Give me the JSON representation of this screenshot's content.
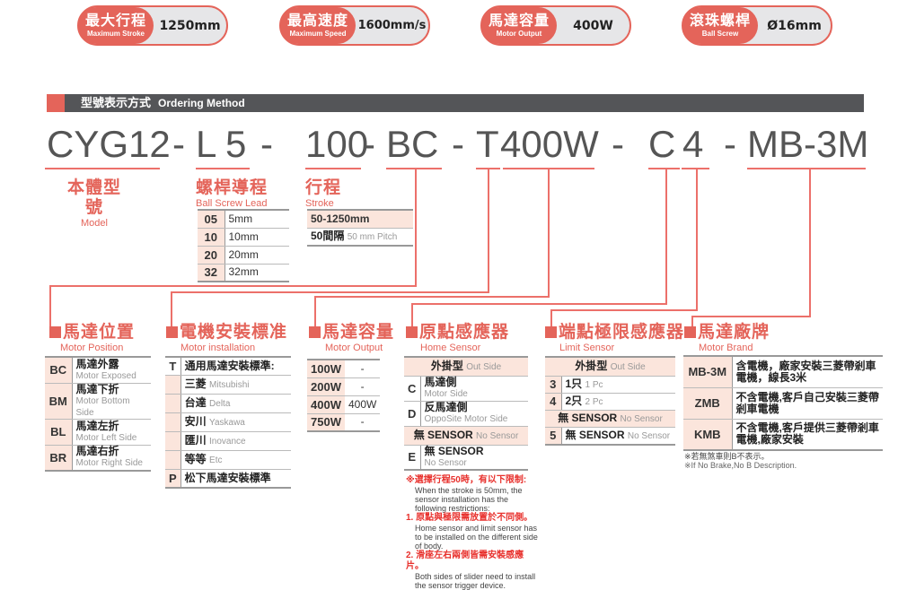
{
  "specs": [
    {
      "zh": "最大行程",
      "en": "Maximum Stroke",
      "value": "1250mm"
    },
    {
      "zh": "最高速度",
      "en": "Maximum Speed",
      "value": "1600mm/s"
    },
    {
      "zh": "馬達容量",
      "en": "Motor Output",
      "value": "400W"
    },
    {
      "zh": "滾珠螺桿",
      "en": "Ball Screw",
      "value": "Ø16mm"
    }
  ],
  "header": {
    "zh": "型號表示方式",
    "en": "Ordering Method"
  },
  "code": {
    "model": "CYG12",
    "d1": "-",
    "lead_prefix": "L",
    "lead": "5",
    "d2": "-",
    "stroke": "100",
    "d3": "-",
    "position": "BC",
    "d4": "-",
    "install": "T",
    "output": "400W",
    "d5": "-",
    "home": "C",
    "limit": "4",
    "d6": "-",
    "brand": "MB-3M"
  },
  "sections": {
    "model": {
      "zh": "本體型號",
      "en": "Model"
    },
    "lead": {
      "zh": "螺桿導程",
      "en": "Ball Screw Lead",
      "rows": [
        {
          "k": "05",
          "v": "5mm"
        },
        {
          "k": "10",
          "v": "10mm"
        },
        {
          "k": "20",
          "v": "20mm"
        },
        {
          "k": "32",
          "v": "32mm"
        }
      ]
    },
    "stroke": {
      "zh": "行程",
      "en": "Stroke",
      "range": "50-1250mm",
      "pitch_zh": "50間隔",
      "pitch_en": "50 mm Pitch"
    },
    "position": {
      "zh": "馬達位置",
      "en": "Motor Position",
      "rows": [
        {
          "k": "BC",
          "zh": "馬達外露",
          "en": "Motor Exposed"
        },
        {
          "k": "BM",
          "zh": "馬達下折",
          "en": "Motor Bottom Side"
        },
        {
          "k": "BL",
          "zh": "馬達左折",
          "en": "Motor Left Side"
        },
        {
          "k": "BR",
          "zh": "馬達右折",
          "en": "Motor Right Side"
        }
      ]
    },
    "install": {
      "zh": "電機安裝標准",
      "en": "Motor installation",
      "t_key": "T",
      "t_label": "通用馬達安裝標準:",
      "brands": [
        {
          "zh": "三菱",
          "en": "Mitsubishi"
        },
        {
          "zh": "台達",
          "en": "Delta"
        },
        {
          "zh": "安川",
          "en": "Yaskawa"
        },
        {
          "zh": "匯川",
          "en": "Inovance"
        },
        {
          "zh": "等等",
          "en": "Etc"
        }
      ],
      "p_key": "P",
      "p_label": "松下馬達安裝標準"
    },
    "output": {
      "zh": "馬達容量",
      "en": "Motor Output",
      "rows": [
        {
          "k": "100W",
          "v": "-"
        },
        {
          "k": "200W",
          "v": "-"
        },
        {
          "k": "400W",
          "v": "400W"
        },
        {
          "k": "750W",
          "v": "-"
        }
      ]
    },
    "home": {
      "zh": "原點感應器",
      "en": "Home Sensor",
      "outside_zh": "外掛型",
      "outside_en": "Out Side",
      "rows": [
        {
          "k": "C",
          "zh": "馬達側",
          "en": "Motor Side"
        },
        {
          "k": "D",
          "zh": "反馬達側",
          "en": "OppoSite Motor Side"
        }
      ],
      "none_zh": "無 SENSOR",
      "none_en": "No Sensor",
      "e_key": "E",
      "e_zh": "無 SENSOR",
      "e_en": "No Sensor",
      "notes": {
        "title": "※選擇行程50時，有以下限制:",
        "title_en": "When the stroke is 50mm, the sensor installation has the following restrictions:",
        "n1": "1. 原點與極限需放置於不同側。",
        "n1_en": "Home sensor and limit sensor has to be installed on the different side of body.",
        "n2": "2. 滑座左右兩側皆需安裝感應片。",
        "n2_en": "Both sides of slider need to install the sensor trigger device."
      }
    },
    "limit": {
      "zh": "端點極限感應器",
      "en": "Limit Sensor",
      "outside_zh": "外掛型",
      "outside_en": "Out Side",
      "rows": [
        {
          "k": "3",
          "zh": "1只",
          "en": "1 Pc"
        },
        {
          "k": "4",
          "zh": "2只",
          "en": "2 Pc"
        }
      ],
      "none_zh": "無 SENSOR",
      "none_en": "No Sensor",
      "five_key": "5",
      "five_zh": "無 SENSOR",
      "five_en": "No Sensor"
    },
    "brand": {
      "zh": "馬達廠牌",
      "en": "Motor Brand",
      "rows": [
        {
          "k": "MB-3M",
          "v": "含電機，廠家安裝三菱帶剎車電機，線長3米"
        },
        {
          "k": "ZMB",
          "v": "不含電機,客戶自己安裝三菱帶剎車電機"
        },
        {
          "k": "KMB",
          "v": "不含電機,客戶提供三菱帶剎車電機,廠家安裝"
        }
      ],
      "note_zh": "※若無煞車則B不表示。",
      "note_en": "※If No Brake,No B Description."
    }
  },
  "colors": {
    "accent": "#e4645a",
    "header_bar": "#545558",
    "key_bg": "#fbe5dc",
    "pill_bg": "#e6e6e8",
    "note_red": "#e8302c"
  }
}
